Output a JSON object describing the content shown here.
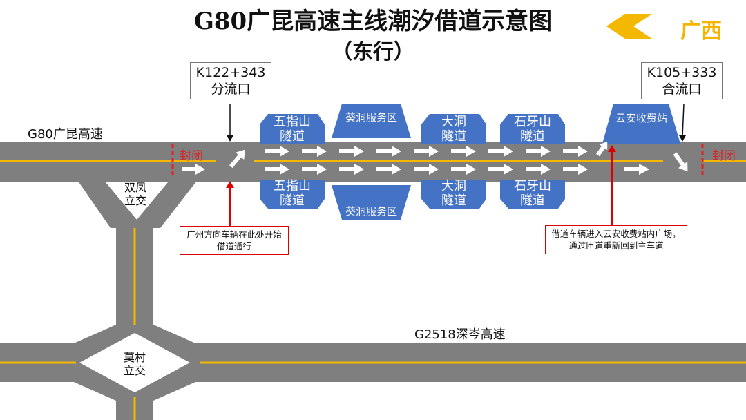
{
  "title": "G80广昆高速主线潮汐借道示意图",
  "subtitle": "（东行）",
  "province": "广西",
  "k_split": {
    "code": "K122+343",
    "label": "分流口"
  },
  "k_merge": {
    "code": "K105+333",
    "label": "合流口"
  },
  "road_main": "G80广昆高速",
  "road_cross": "G2518深岑高速",
  "closed_label": "封闭",
  "tunnel_wuzhishan": {
    "line1": "五指山",
    "line2": "隧道"
  },
  "tunnel_dadong": {
    "line1": "大洞",
    "line2": "隧道"
  },
  "tunnel_shiyashan": {
    "line1": "石牙山",
    "line2": "隧道"
  },
  "service_area": "葵洞服务区",
  "toll_station": "云安收费站",
  "interchange_shuangfeng": {
    "line1": "双凤",
    "line2": "立交"
  },
  "interchange_mocun": {
    "line1": "莫村",
    "line2": "立交"
  },
  "note_start": "广州方向车辆在此处开始借道通行",
  "note_end": "借道车辆进入云安收费站内广场，通过匝道重新回到主车道",
  "colors": {
    "road": "#7f7f7f",
    "lane_yellow": "#f5b800",
    "tunnel_blue": "#4472c4",
    "red": "#e02020",
    "accent": "#f5b400"
  }
}
